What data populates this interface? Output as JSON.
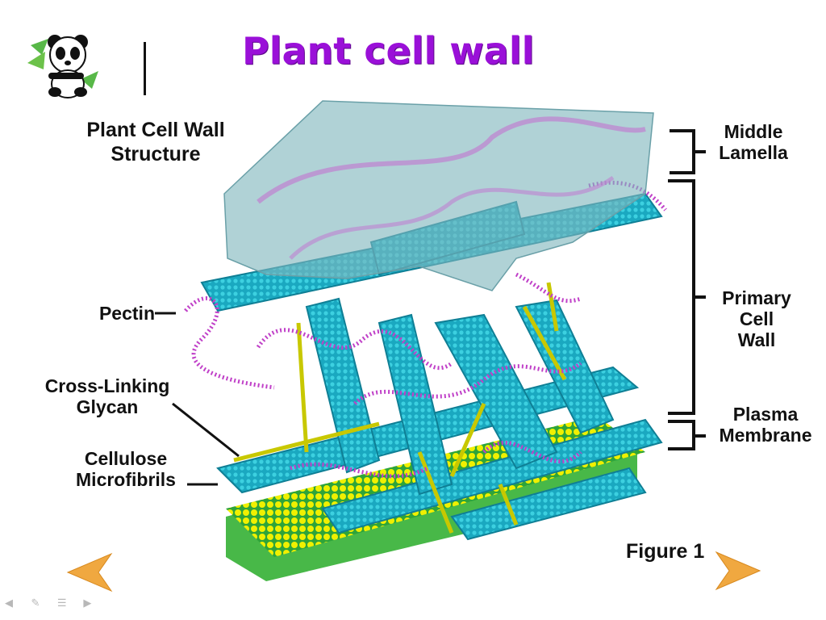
{
  "slide": {
    "title": "Plant cell wall"
  },
  "diagram": {
    "heading": [
      "Plant Cell Wall",
      "Structure"
    ],
    "labels_left": {
      "pectin": "Pectin",
      "glycan": [
        "Cross-Linking",
        "Glycan"
      ],
      "cellulose": [
        "Cellulose",
        "Microfibrils"
      ]
    },
    "labels_right": {
      "middle_lamella": [
        "Middle",
        "Lamella"
      ],
      "primary_wall": [
        "Primary",
        "Cell",
        "Wall"
      ],
      "plasma_membrane": [
        "Plasma",
        "Membrane"
      ]
    },
    "figure_caption": "Figure 1"
  },
  "colors": {
    "title": "#9a10d8",
    "cellulose": "#1fb0c8",
    "pectin": "#c040c8",
    "glycan": "#c8c800",
    "membrane": "#e8e800",
    "lamella": "#8fc3c8",
    "nav_arrow": "#f0a840"
  },
  "icons": {
    "logo": "panda-bamboo-icon",
    "prev": "arrow-left-icon",
    "next": "arrow-right-icon"
  }
}
